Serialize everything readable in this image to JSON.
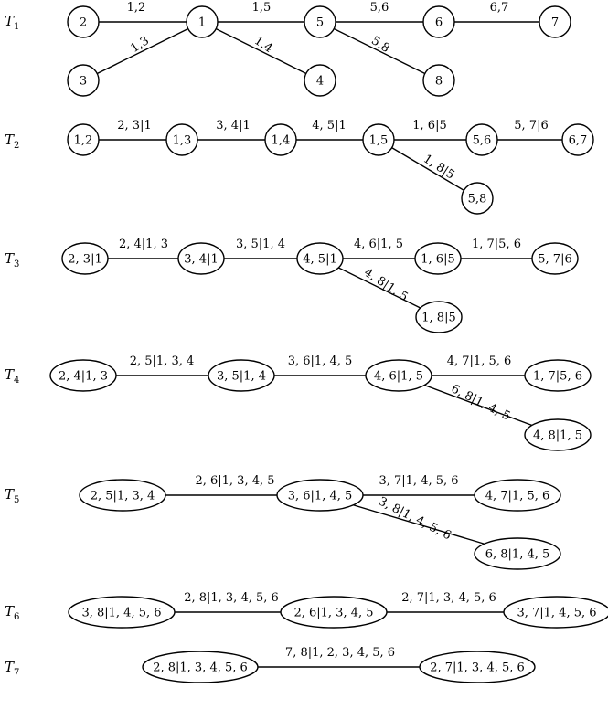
{
  "trees": [
    {
      "label": "T",
      "sub": "1",
      "nodes": [
        {
          "id": "n2",
          "label": "2"
        },
        {
          "id": "n1",
          "label": "1"
        },
        {
          "id": "n5",
          "label": "5"
        },
        {
          "id": "n6",
          "label": "6"
        },
        {
          "id": "n7",
          "label": "7"
        },
        {
          "id": "n3",
          "label": "3"
        },
        {
          "id": "n4",
          "label": "4"
        },
        {
          "id": "n8",
          "label": "8"
        }
      ],
      "edges": [
        {
          "from": "n2",
          "to": "n1",
          "label": "1,2"
        },
        {
          "from": "n1",
          "to": "n5",
          "label": "1,5"
        },
        {
          "from": "n5",
          "to": "n6",
          "label": "5,6"
        },
        {
          "from": "n6",
          "to": "n7",
          "label": "6,7"
        },
        {
          "from": "n3",
          "to": "n1",
          "label": "1,3"
        },
        {
          "from": "n1",
          "to": "n4",
          "label": "1,4"
        },
        {
          "from": "n5",
          "to": "n8",
          "label": "5,8"
        }
      ]
    },
    {
      "label": "T",
      "sub": "2",
      "nodes": [
        {
          "id": "a",
          "label": "1,2"
        },
        {
          "id": "b",
          "label": "1,3"
        },
        {
          "id": "c",
          "label": "1,4"
        },
        {
          "id": "d",
          "label": "1,5"
        },
        {
          "id": "e",
          "label": "5,6"
        },
        {
          "id": "f",
          "label": "6,7"
        },
        {
          "id": "g",
          "label": "5,8"
        }
      ],
      "edges": [
        {
          "from": "a",
          "to": "b",
          "label": "2, 3|1"
        },
        {
          "from": "b",
          "to": "c",
          "label": "3, 4|1"
        },
        {
          "from": "c",
          "to": "d",
          "label": "4, 5|1"
        },
        {
          "from": "d",
          "to": "e",
          "label": "1, 6|5"
        },
        {
          "from": "e",
          "to": "f",
          "label": "5, 7|6"
        },
        {
          "from": "d",
          "to": "g",
          "label": "1, 8|5"
        }
      ]
    },
    {
      "label": "T",
      "sub": "3",
      "nodes": [
        {
          "id": "a",
          "label": "2, 3|1"
        },
        {
          "id": "b",
          "label": "3, 4|1"
        },
        {
          "id": "c",
          "label": "4, 5|1"
        },
        {
          "id": "d",
          "label": "1, 6|5"
        },
        {
          "id": "e",
          "label": "5, 7|6"
        },
        {
          "id": "f",
          "label": "1, 8|5"
        }
      ],
      "edges": [
        {
          "from": "a",
          "to": "b",
          "label": "2, 4|1, 3"
        },
        {
          "from": "b",
          "to": "c",
          "label": "3, 5|1, 4"
        },
        {
          "from": "c",
          "to": "d",
          "label": "4, 6|1, 5"
        },
        {
          "from": "d",
          "to": "e",
          "label": "1, 7|5, 6"
        },
        {
          "from": "c",
          "to": "f",
          "label": "4, 8|1, 5"
        }
      ]
    },
    {
      "label": "T",
      "sub": "4",
      "nodes": [
        {
          "id": "a",
          "label": "2, 4|1, 3"
        },
        {
          "id": "b",
          "label": "3, 5|1, 4"
        },
        {
          "id": "c",
          "label": "4, 6|1, 5"
        },
        {
          "id": "d",
          "label": "1, 7|5, 6"
        },
        {
          "id": "e",
          "label": "4, 8|1, 5"
        }
      ],
      "edges": [
        {
          "from": "a",
          "to": "b",
          "label": "2, 5|1, 3, 4"
        },
        {
          "from": "b",
          "to": "c",
          "label": "3, 6|1, 4, 5"
        },
        {
          "from": "c",
          "to": "d",
          "label": "4, 7|1, 5, 6"
        },
        {
          "from": "c",
          "to": "e",
          "label": "6, 8|1, 4, 5"
        }
      ]
    },
    {
      "label": "T",
      "sub": "5",
      "nodes": [
        {
          "id": "a",
          "label": "2, 5|1, 3, 4"
        },
        {
          "id": "b",
          "label": "3, 6|1, 4, 5"
        },
        {
          "id": "c",
          "label": "4, 7|1, 5, 6"
        },
        {
          "id": "d",
          "label": "6, 8|1, 4, 5"
        }
      ],
      "edges": [
        {
          "from": "a",
          "to": "b",
          "label": "2, 6|1, 3, 4, 5"
        },
        {
          "from": "b",
          "to": "c",
          "label": "3, 7|1, 4, 5, 6"
        },
        {
          "from": "b",
          "to": "d",
          "label": "3, 8|1, 4, 5, 6"
        }
      ]
    },
    {
      "label": "T",
      "sub": "6",
      "nodes": [
        {
          "id": "a",
          "label": "3, 8|1, 4, 5, 6"
        },
        {
          "id": "b",
          "label": "2, 6|1, 3, 4, 5"
        },
        {
          "id": "c",
          "label": "3, 7|1, 4, 5, 6"
        }
      ],
      "edges": [
        {
          "from": "a",
          "to": "b",
          "label": "2, 8|1, 3, 4, 5, 6"
        },
        {
          "from": "b",
          "to": "c",
          "label": "2, 7|1, 3, 4, 5, 6"
        }
      ]
    },
    {
      "label": "T",
      "sub": "7",
      "nodes": [
        {
          "id": "a",
          "label": "2, 8|1, 3, 4, 5, 6"
        },
        {
          "id": "b",
          "label": "2, 7|1, 3, 4, 5, 6"
        }
      ],
      "edges": [
        {
          "from": "a",
          "to": "b",
          "label": "7, 8|1, 2, 3, 4, 5, 6"
        }
      ]
    }
  ]
}
